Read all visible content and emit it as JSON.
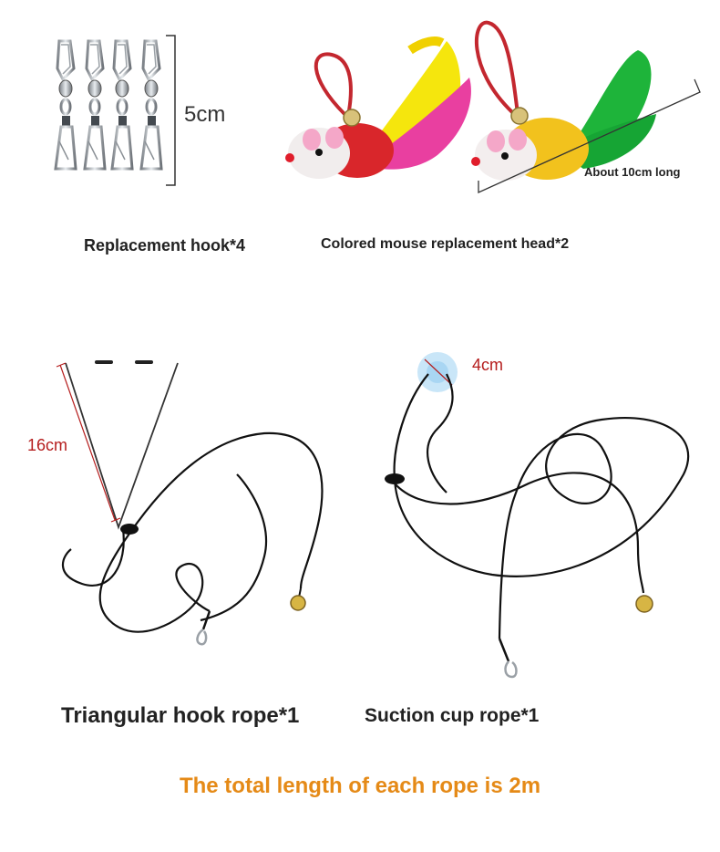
{
  "hooks": {
    "caption": "Replacement hook*4",
    "dimension": "5cm"
  },
  "mouse_heads": {
    "caption": "Colored mouse replacement head*2",
    "dimension": "About 10cm long"
  },
  "triangle_rope": {
    "caption": "Triangular hook rope*1",
    "dimension": "16cm"
  },
  "suction_rope": {
    "caption": "Suction cup rope*1",
    "dimension": "4cm"
  },
  "footer": {
    "note": "The total length of each rope is 2m"
  },
  "colors": {
    "caption_text": "#222222",
    "footer_orange": "#e58a17",
    "dimension_red": "#b51d1d",
    "rope": "#111111"
  }
}
